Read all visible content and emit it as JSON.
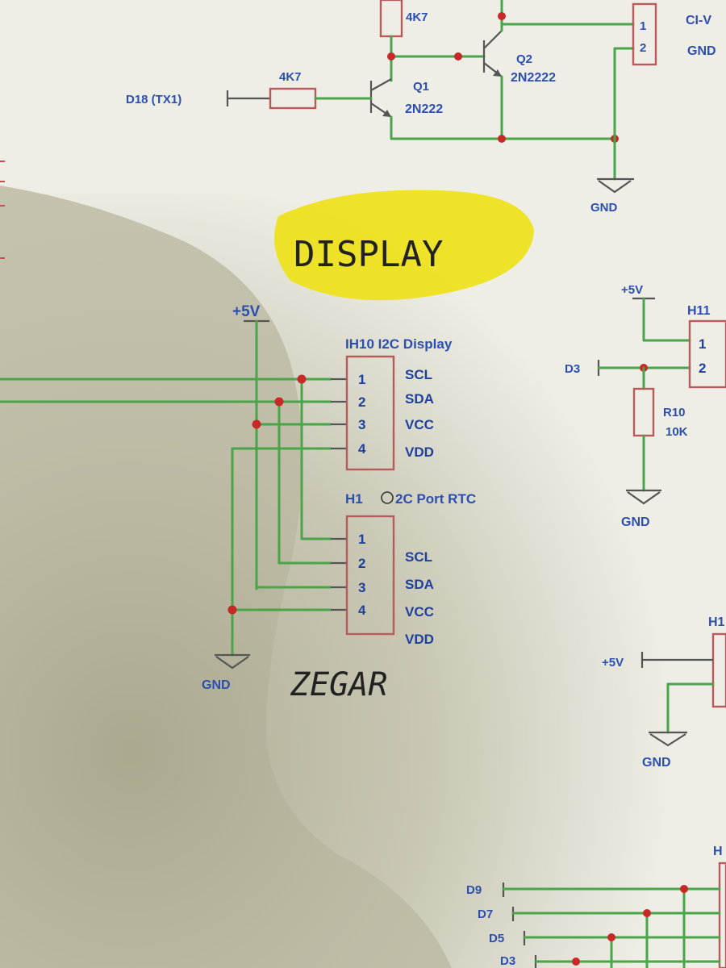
{
  "colors": {
    "wire": "#4aa44a",
    "part": "#b85a5a",
    "junction": "#c82828",
    "label": "#2b4fae",
    "highlighter": "#eee21f",
    "paper": "#eeeee6",
    "shadow": "#b9b79f"
  },
  "top_circuit": {
    "r_top_value": "4K7",
    "r_base_value": "4K7",
    "input_net": "D18 (TX1)",
    "q1_name": "Q1",
    "q1_part": "2N222",
    "q2_name": "Q2",
    "q2_part": "2N2222",
    "conn_pin1": "1",
    "conn_pin2": "2",
    "conn_net1": "CI-V",
    "conn_net2": "GND",
    "ground": "GND"
  },
  "display_note": "DISPLAY",
  "supply_label": "+5V",
  "h10": {
    "title": "IH10 I2C Display",
    "pins": [
      "1",
      "2",
      "3",
      "4"
    ],
    "signals": [
      "SCL",
      "SDA",
      "VCC",
      "VDD"
    ]
  },
  "h12": {
    "title": "H1",
    "title_tail": "2C Port RTC",
    "pins": [
      "1",
      "2",
      "3",
      "4"
    ],
    "signals": [
      "SCL",
      "SDA",
      "VCC",
      "VDD"
    ]
  },
  "ground_left": "GND",
  "zegar_note": "ZEGAR",
  "right_top": {
    "supply": "+5V",
    "header": "H11",
    "net": "D3",
    "pins": [
      "1",
      "2"
    ],
    "resistor_name": "R10",
    "resistor_value": "10K",
    "ground": "GND"
  },
  "right_mid": {
    "header": "H1",
    "supply": "+5V",
    "ground": "GND"
  },
  "bottom": {
    "header": "H",
    "nets": [
      "D9",
      "D7",
      "D5",
      "D3"
    ]
  }
}
